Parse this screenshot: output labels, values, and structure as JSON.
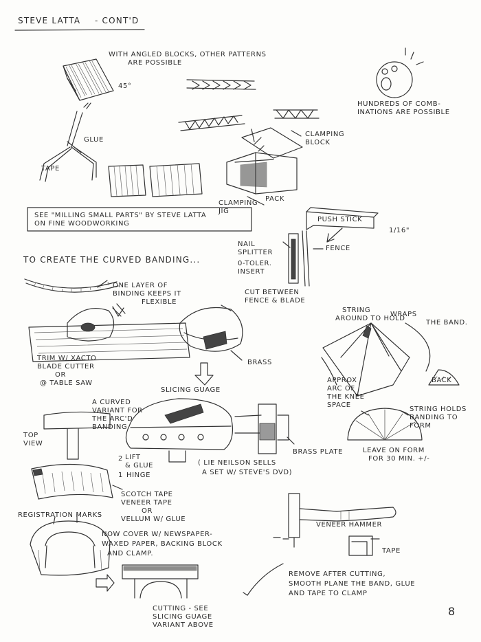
{
  "header": {
    "title": "STEVE LATTA",
    "suffix": "- CONT'D"
  },
  "page_number": "8",
  "notes": {
    "angled_blocks": [
      "WITH ANGLED BLOCKS, OTHER PATTERNS",
      "ARE POSSIBLE"
    ],
    "angle": "45°",
    "glue": "GLUE",
    "tape": "TAPE",
    "hundreds": [
      "HUNDREDS OF COMB-",
      "INATIONS ARE POSSIBLE"
    ],
    "clamping_block": [
      "CLAMPING",
      "BLOCK"
    ],
    "clamping_jig": [
      "CLAMPING",
      "JIG"
    ],
    "pack": "PACK",
    "see_milling": [
      "SEE \"MILLING SMALL PARTS\" BY STEVE LATTA",
      "ON FINE WOODWORKING"
    ],
    "push_stick": "PUSH STICK",
    "sixteenth": "1/16\"",
    "nail_splitter": [
      "NAIL",
      "SPLITTER"
    ],
    "fence": "FENCE",
    "zero_tolerance": [
      "0-TOLER.",
      "INSERT"
    ],
    "cut_between": [
      "CUT BETWEEN",
      "FENCE & BLADE"
    ],
    "curved_banding": "TO CREATE THE CURVED BANDING...",
    "one_layer": [
      "ONE LAYER OF",
      "BINDING KEEPS IT",
      "FLEXIBLE"
    ],
    "string_around": [
      "STRING",
      "AROUND TO HOLD",
      "WRAPS",
      "THE BAND."
    ],
    "back": "BACK",
    "trim": [
      "TRIM W/ XACTO",
      "BLADE CUTTER",
      "OR",
      "@ TABLE SAW"
    ],
    "brass": "BRASS",
    "slicing_guage": "SLICING GUAGE",
    "approx_arc": [
      "APPROX",
      "ARC OF",
      "THE KNEE",
      "SPACE"
    ],
    "curved_variant": [
      "A CURVED",
      "VARIANT FOR",
      "THE ARC'D",
      "BANDING"
    ],
    "string_holds": [
      "STRING HOLDS",
      "BANDING TO",
      "FORM"
    ],
    "top_view": [
      "TOP",
      "VIEW"
    ],
    "brass_plate": "BRASS PLATE",
    "leave_on_form": [
      "LEAVE ON FORM",
      "FOR 30 MIN. +/-"
    ],
    "lift_glue": [
      "LIFT",
      "& GLUE"
    ],
    "hinge": "HINGE",
    "lie_nielson": [
      "( LIE NEILSON SELLS",
      "A SET W/ STEVE'S DVD)"
    ],
    "scotch_tape": [
      "SCOTCH TAPE",
      "VENEER TAPE",
      "OR",
      "VELLUM W/ GLUE"
    ],
    "registration_marks": "REGISTRATION MARKS",
    "now_cover": [
      "NOW COVER W/ NEWSPAPER-",
      "WAXED PAPER, BACKING BLOCK",
      "AND CLAMP."
    ],
    "veneer_hammer": "VENEER HAMMER",
    "tape2": "TAPE",
    "remove_after": [
      "REMOVE AFTER CUTTING,",
      "SMOOTH PLANE THE BAND, GLUE",
      "AND TAPE TO CLAMP"
    ],
    "cutting_see": [
      "CUTTING - SEE",
      "SLICING GUAGE",
      "VARIANT ABOVE"
    ],
    "step_two": "2",
    "step_one": "1"
  }
}
